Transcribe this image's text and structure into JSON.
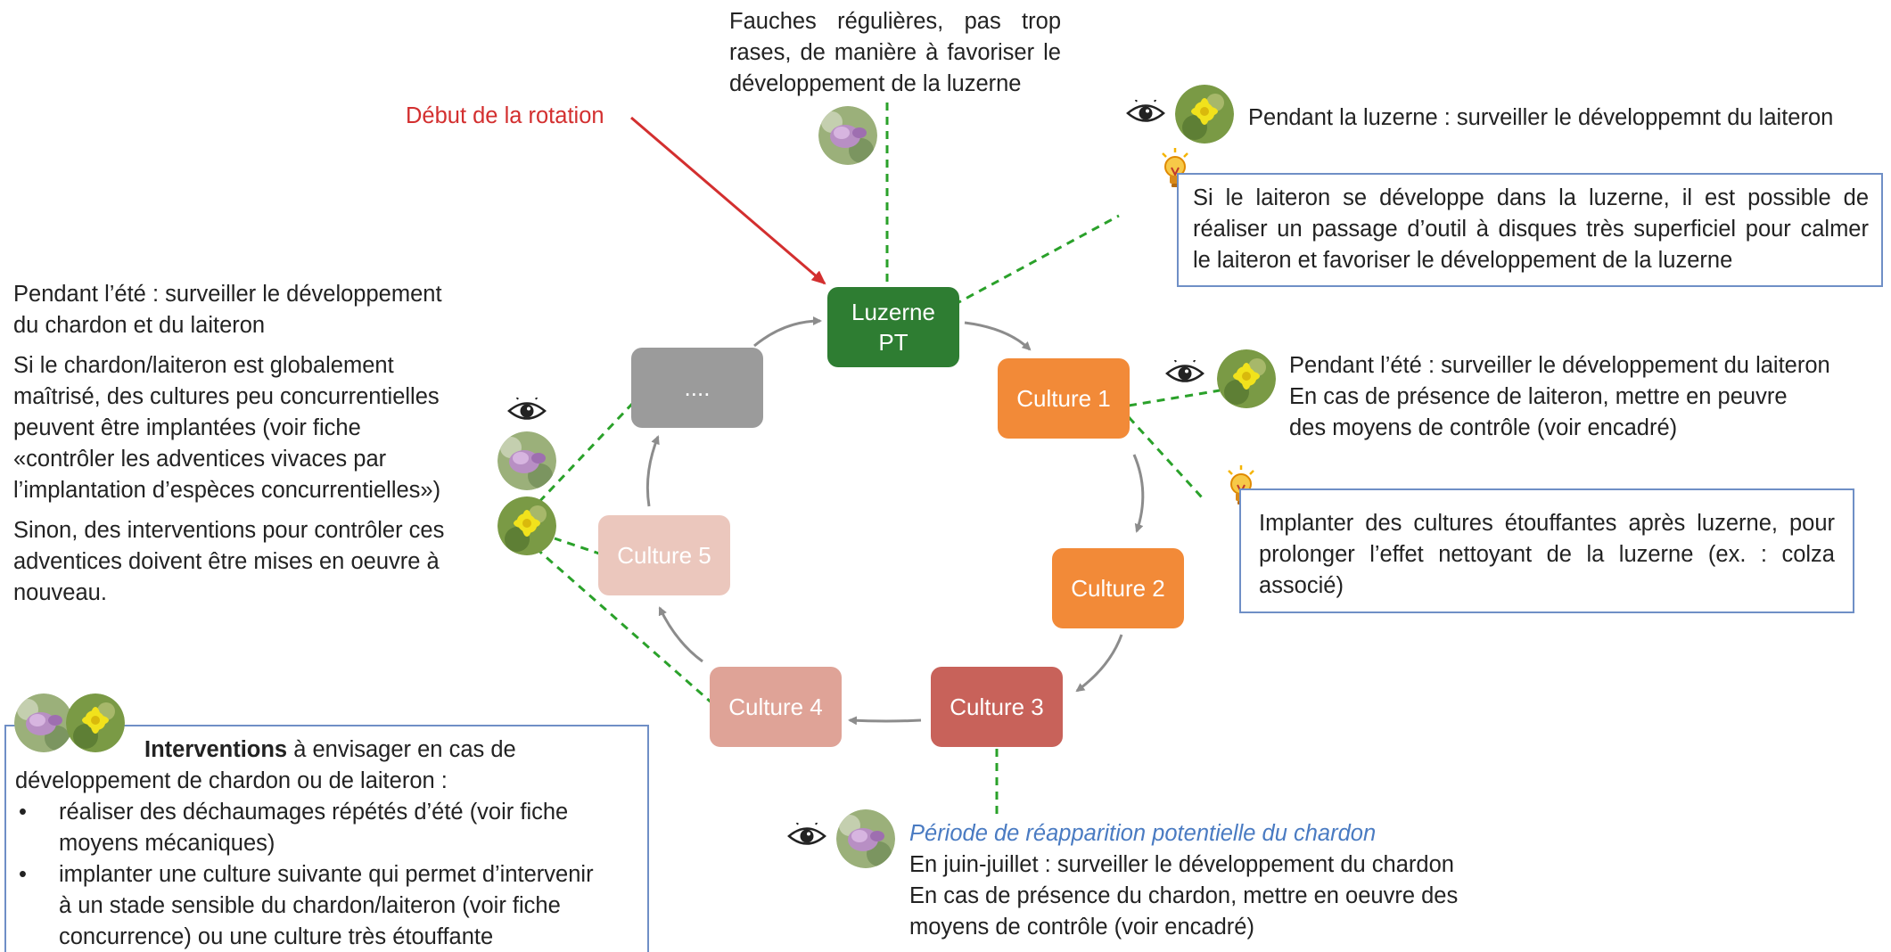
{
  "colors": {
    "luzerne": "#2e7d32",
    "culture1": "#f28a38",
    "culture2": "#f28a38",
    "culture3": "#c8625a",
    "culture4": "#dfa397",
    "culture5": "#ebc7bd",
    "ellipsis": "#9b9b9b",
    "debut_label": "#d32f2f",
    "box_border": "#6f8fc6",
    "dashed_line": "#2aa12a",
    "cycle_arrow": "#8c8c8c",
    "periode_text": "#4a7bc2"
  },
  "icons": {
    "eye": "eye-icon",
    "lightbulb": "lightbulb-icon",
    "chardon": "thistle-photo-icon",
    "laiteron": "sow-thistle-photo-icon"
  },
  "nodes": {
    "luzerne_line1": "Luzerne",
    "luzerne_line2": "PT",
    "culture1": "Culture 1",
    "culture2": "Culture 2",
    "culture3": "Culture 3",
    "culture4": "Culture 4",
    "culture5": "Culture 5",
    "ellipsis": "...."
  },
  "top_note": {
    "line1": "Fauches régulières, pas trop",
    "line2": "rases, de manière à favoriser le",
    "line3": "développement de la luzerne"
  },
  "debut_label": "Début de la rotation",
  "luzerne_watch": "Pendant la luzerne : surveiller le développemnt du laiteron",
  "luzerne_tip": {
    "line1": "Si le laiteron se développe dans la luzerne, il est possible de",
    "line2": "réaliser un passage d’outil à disques très superficiel pour calmer",
    "line3": "le laiteron et favoriser le développement de la luzerne"
  },
  "culture1_watch": {
    "line1": "Pendant l’été : surveiller le développement du laiteron",
    "line2": "En cas de présence de laiteron, mettre en peuvre",
    "line3": "des moyens de contrôle (voir encadré)"
  },
  "culture1_tip": {
    "line1": "Implanter des cultures étouffantes après luzerne, pour",
    "line2": "prolonger l’effet nettoyant de la luzerne (ex. : colza",
    "line3": "associé)"
  },
  "left_text": {
    "p1_line1": "Pendant l’été : surveiller le développement",
    "p1_line2": "du chardon et du laiteron",
    "p2_line1": "Si le chardon/laiteron est globalement",
    "p2_line2": "maîtrisé, des cultures peu concurrentielles",
    "p2_line3": "peuvent être implantées (voir fiche",
    "p2_line4": "«contrôler les adventices vivaces par",
    "p2_line5": "l’implantation d’espèces concurrentielles»)",
    "p3_line1": "Sinon, des interventions pour contrôler ces",
    "p3_line2": "adventices doivent être mises en oeuvre à",
    "p3_line3": "nouveau."
  },
  "culture3_note": {
    "title": "Période de réapparition potentielle du chardon",
    "line1": "En juin-juillet : surveiller le développement du chardon",
    "line2": "En cas de présence du chardon, mettre en oeuvre des",
    "line3": "moyens de contrôle (voir encadré)"
  },
  "interventions": {
    "title_bold": "Interventions",
    "title_rest": " à envisager en cas de",
    "title_line2": "développement de chardon ou de laiteron :",
    "items": [
      {
        "line1": "réaliser des déchaumages répétés d’été (voir fiche",
        "line2": "moyens mécaniques)"
      },
      {
        "line1": "implanter une culture suivante qui permet d’intervenir",
        "line2": "à un stade sensible du chardon/laiteron (voir fiche",
        "line3": "concurrence) ou une culture très étouffante"
      }
    ]
  }
}
